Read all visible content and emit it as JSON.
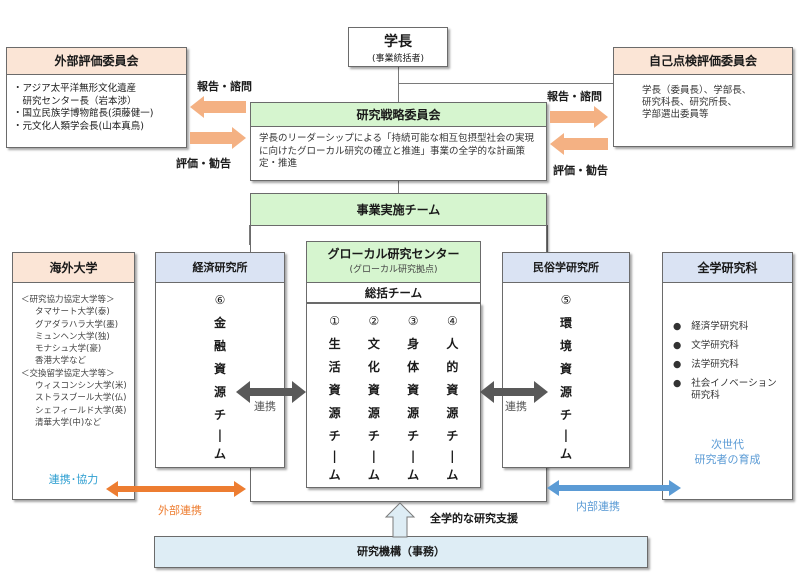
{
  "president": {
    "title": "学長",
    "subtitle": "(事業統括者)"
  },
  "external_committee": {
    "title": "外部評価委員会",
    "members": [
      "・アジア太平洋無形文化遺産",
      "　研究センター長（岩本渉）",
      "・国立民族学博物館長(須藤健一)",
      "・元文化人類学会長(山本真鳥)"
    ]
  },
  "self_committee": {
    "title": "自己点検評価委員会",
    "members": [
      "学長（委員長）、学部長、",
      "研究科長、研究所長、",
      "学部選出委員等"
    ]
  },
  "strategy_committee": {
    "title": "研究戦略委員会",
    "description": "学長のリーダーシップによる「持続可能な相互包摂型社会の実現に向けたグローカル研究の確立と推進」事業の全学的な計画策定・推進"
  },
  "arrows": {
    "left_report": "報告・諮問",
    "left_evaluate": "評価・勧告",
    "right_report": "報告・諮問",
    "right_evaluate": "評価・勧告",
    "cooperation_left": "連携",
    "cooperation_right": "連携",
    "external_link": "外部連携",
    "internal_link": "内部連携",
    "support": "全学的な研究支援"
  },
  "implementation_team": {
    "title": "事業実施チーム"
  },
  "overseas": {
    "title": "海外大学",
    "lines": [
      "＜研究協力協定大学等＞",
      "タマサート大学(泰)",
      "グアダラハラ大学(墨)",
      "ミュンヘン大学(独)",
      "モナシュ大学(豪)",
      "香港大学など",
      "＜交換留学協定大学等＞",
      "ウィスコンシン大学(米)",
      "ストラスブール大学(仏)",
      "シェフィールド大学(英)",
      "清華大学(中)など"
    ],
    "footer": "連携･協力"
  },
  "economic_institute": {
    "title": "経済研究所",
    "team_number": "⑥",
    "team_chars": [
      "金",
      "融",
      "資",
      "源",
      "チ",
      "ー",
      "ム"
    ]
  },
  "glocal_center": {
    "title": "グローカル研究センター",
    "subtitle": "(グローカル研究拠点)",
    "general_team": "総括チーム",
    "teams": [
      {
        "number": "①",
        "chars": [
          "生",
          "活",
          "資",
          "源",
          "チ",
          "ー",
          "ム"
        ]
      },
      {
        "number": "②",
        "chars": [
          "文",
          "化",
          "資",
          "源",
          "チ",
          "ー",
          "ム"
        ]
      },
      {
        "number": "③",
        "chars": [
          "身",
          "体",
          "資",
          "源",
          "チ",
          "ー",
          "ム"
        ]
      },
      {
        "number": "④",
        "chars": [
          "人",
          "的",
          "資",
          "源",
          "チ",
          "ー",
          "ム"
        ]
      }
    ]
  },
  "folklore_institute": {
    "title": "民俗学研究所",
    "team_number": "⑤",
    "team_chars": [
      "環",
      "境",
      "資",
      "源",
      "チ",
      "ー",
      "ム"
    ]
  },
  "graduate_schools": {
    "title": "全学研究科",
    "items": [
      "経済学研究科",
      "文学研究科",
      "法学研究科",
      "社会イノベーション研究科"
    ],
    "footer_line1": "次世代",
    "footer_line2": "研究者の育成"
  },
  "research_org": {
    "title": "研究機構（事務）"
  },
  "colors": {
    "orange_arrow": "#f4b183",
    "orange_link": "#ed7d31",
    "blue_link": "#5b9bd5",
    "gray_arrow": "#595959",
    "teal_text": "#2e9fd1"
  }
}
